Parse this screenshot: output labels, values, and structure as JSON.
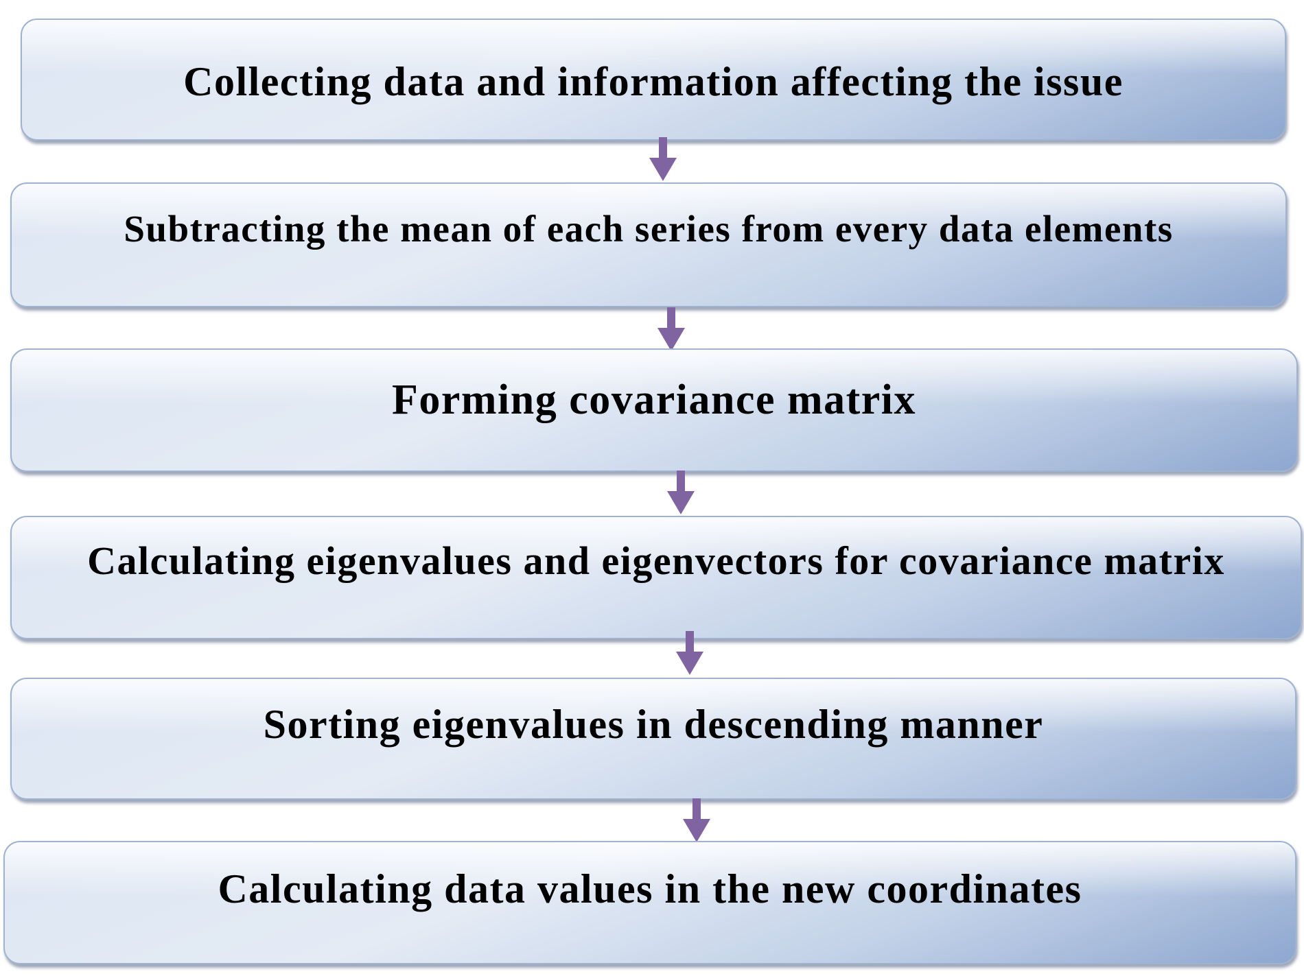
{
  "diagram": {
    "steps": [
      {
        "label": "Collecting data and information affecting the issue"
      },
      {
        "label": "Subtracting the mean of each series from every data elements"
      },
      {
        "label": "Forming covariance matrix"
      },
      {
        "label": "Calculating eigenvalues and eigenvectors for covariance matrix"
      },
      {
        "label": "Sorting eigenvalues in descending manner"
      },
      {
        "label": "Calculating data values in the new coordinates"
      }
    ],
    "colors": {
      "box_light": "#dde6f3",
      "box_dark": "#8ea7cf",
      "box_border": "#9fb2cf",
      "arrow": "#8064a2",
      "text": "#000000"
    }
  }
}
